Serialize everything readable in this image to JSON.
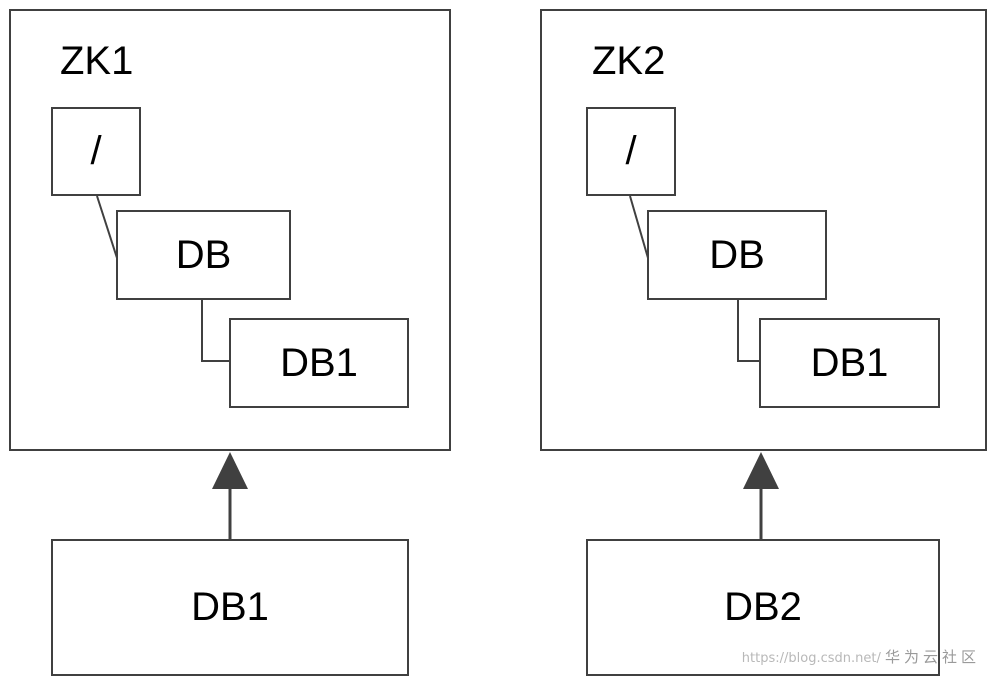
{
  "zk1": {
    "title": "ZK1",
    "root": "/",
    "db": "DB",
    "db1": "DB1"
  },
  "zk2": {
    "title": "ZK2",
    "root": "/",
    "db": "DB",
    "db1": "DB1"
  },
  "clients": {
    "left": "DB1",
    "right": "DB2"
  },
  "watermark": {
    "url": "https://blog.csdn.net/",
    "brand": "华为云社区"
  },
  "colors": {
    "stroke": "#404040",
    "text": "#000000",
    "background": "#ffffff"
  }
}
